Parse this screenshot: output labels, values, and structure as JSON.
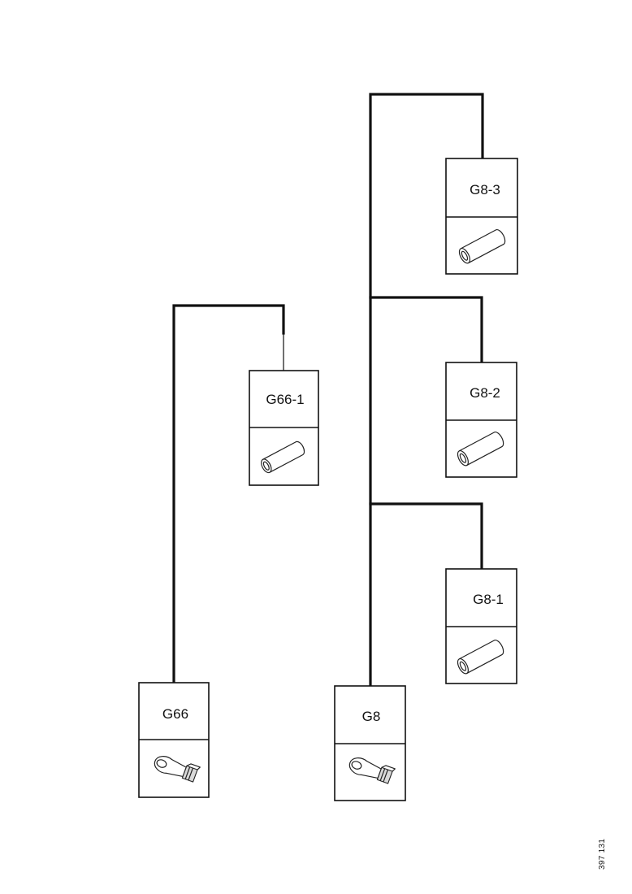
{
  "connectors": [
    {
      "id": "g66-1",
      "label": "G66-1",
      "icon": "splice-sleeve-icon"
    },
    {
      "id": "g66",
      "label": "G66",
      "icon": "ring-terminal-icon"
    },
    {
      "id": "g8-3",
      "label": "G8-3",
      "icon": "splice-sleeve-icon"
    },
    {
      "id": "g8-2",
      "label": "G8-2",
      "icon": "splice-sleeve-icon"
    },
    {
      "id": "g8-1",
      "label": "G8-1",
      "icon": "splice-sleeve-icon"
    },
    {
      "id": "g8",
      "label": "G8",
      "icon": "ring-terminal-icon"
    }
  ],
  "figure_id": "397 131"
}
